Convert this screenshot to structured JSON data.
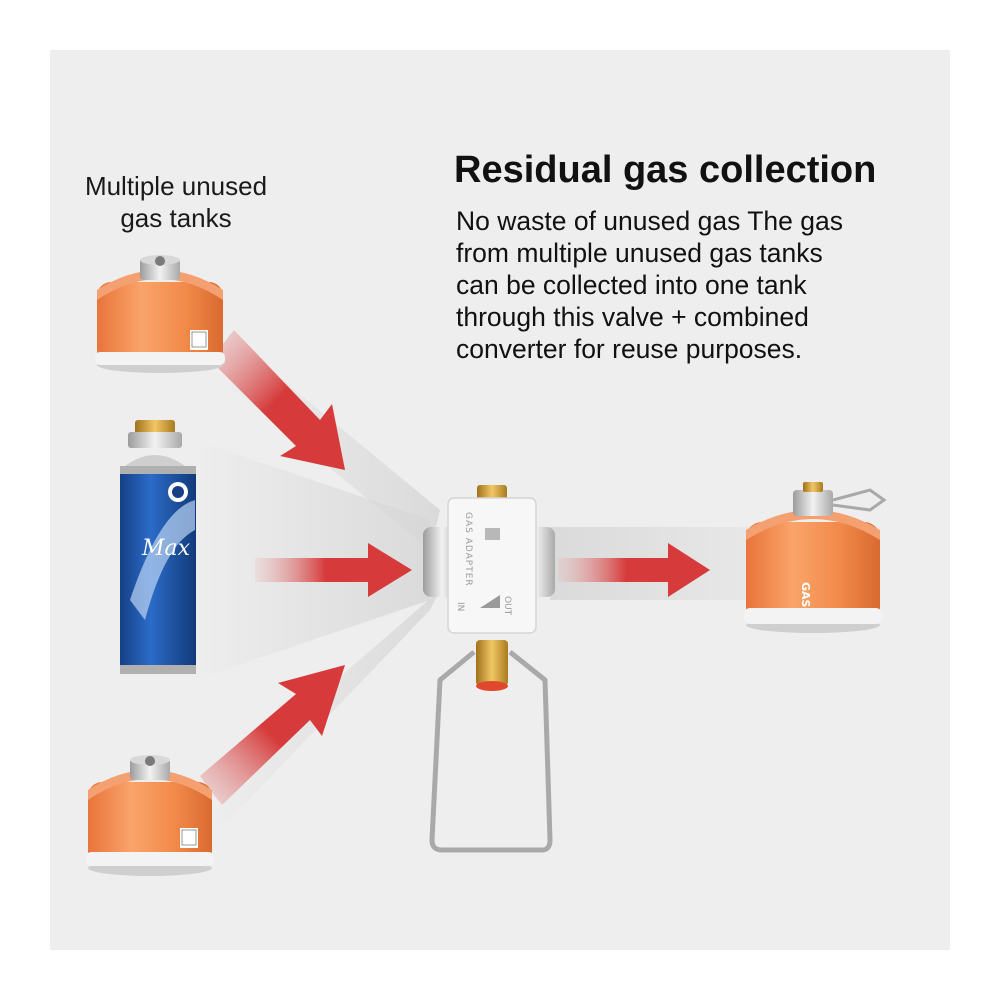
{
  "left_label": {
    "lines": [
      "Multiple unused",
      "gas tanks"
    ]
  },
  "title": "Residual gas collection",
  "description": {
    "lines": [
      "No waste of unused gas The gas",
      "from multiple unused gas tanks",
      "can be collected into one tank",
      "through this valve + combined",
      "converter for reuse purposes."
    ]
  },
  "adapter": {
    "name_text": "GAS ADAPTER",
    "out_text": "OUT",
    "in_text": "IN"
  },
  "colors": {
    "background": "#eeeeee",
    "arrow": "#d63a3a",
    "tank_orange": "#f28a4a",
    "butane_blue": "#1d54a8"
  }
}
